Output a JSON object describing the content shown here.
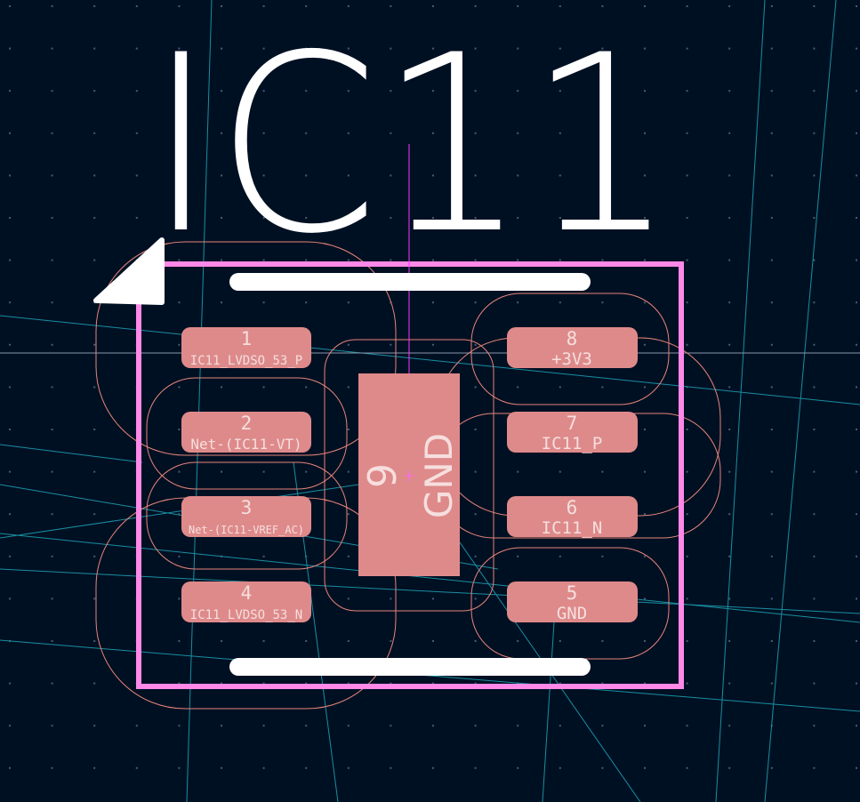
{
  "reference": "IC11",
  "colors": {
    "background": "#001023",
    "pad": "#de8a8a",
    "silkscreen": "#ffffff",
    "courtyard": "#ff88e8",
    "clearance": "#e8857a",
    "ratsnest": "#1a8ea0",
    "grid": "#4a5a70"
  },
  "pads": [
    {
      "number": "1",
      "net": "IC11_LVDSO_53_P",
      "side": "left"
    },
    {
      "number": "2",
      "net": "Net-(IC11-VT)",
      "side": "left"
    },
    {
      "number": "3",
      "net": "Net-(IC11-VREF_AC)",
      "side": "left"
    },
    {
      "number": "4",
      "net": "IC11_LVDSO_53_N",
      "side": "left"
    },
    {
      "number": "5",
      "net": "GND",
      "side": "right"
    },
    {
      "number": "6",
      "net": "IC11_N",
      "side": "right"
    },
    {
      "number": "7",
      "net": "IC11_P",
      "side": "right"
    },
    {
      "number": "8",
      "net": "+3V3",
      "side": "right"
    }
  ],
  "center_pad": {
    "number": "9",
    "net": "GND"
  }
}
